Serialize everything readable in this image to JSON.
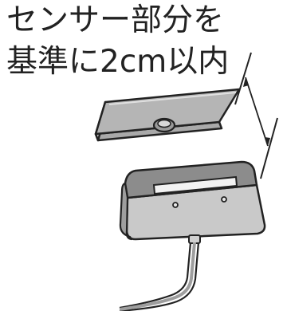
{
  "caption": {
    "line1": "センサー部分を",
    "line2": "基準に2cm以内"
  },
  "colors": {
    "ink": "#222222",
    "sensor_plate_fill": "#b5b5b5",
    "sensor_plate_edge": "#cfcfcf",
    "body_top": "#8c8c8c",
    "body_front": "#c9c9c9",
    "body_side": "#9e9e9e",
    "window": "#f2f2f2"
  },
  "illustration": {
    "parts": [
      "sensor-plate",
      "main-unit",
      "cable",
      "distance-arrow"
    ]
  }
}
